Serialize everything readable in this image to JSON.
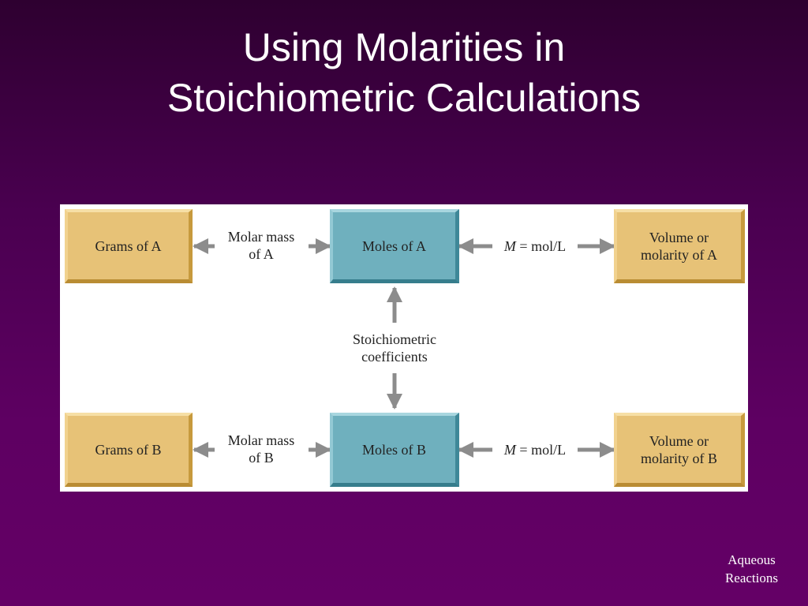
{
  "title": {
    "line1": "Using Molarities in",
    "line2": "Stoichiometric Calculations"
  },
  "diagram": {
    "grams_a": "Grams of A",
    "molar_mass_a_line1": "Molar mass",
    "molar_mass_a_line2": "of A",
    "moles_a": "Moles of A",
    "molarity_a_var": "M",
    "molarity_a_eq": " = mol/L",
    "volume_a_line1": "Volume or",
    "volume_a_line2": "molarity of A",
    "stoich_line1": "Stoichiometric",
    "stoich_line2": "coefficients",
    "grams_b": "Grams of B",
    "molar_mass_b_line1": "Molar mass",
    "molar_mass_b_line2": "of B",
    "moles_b": "Moles of B",
    "molarity_b_var": "M",
    "molarity_b_eq": " = mol/L",
    "volume_b_line1": "Volume or",
    "volume_b_line2": "molarity of B"
  },
  "footer": {
    "line1": "Aqueous",
    "line2": "Reactions"
  },
  "colors": {
    "gold_box": "#e7c277",
    "teal_box": "#6fb0be",
    "arrow": "#8c8c8c"
  }
}
